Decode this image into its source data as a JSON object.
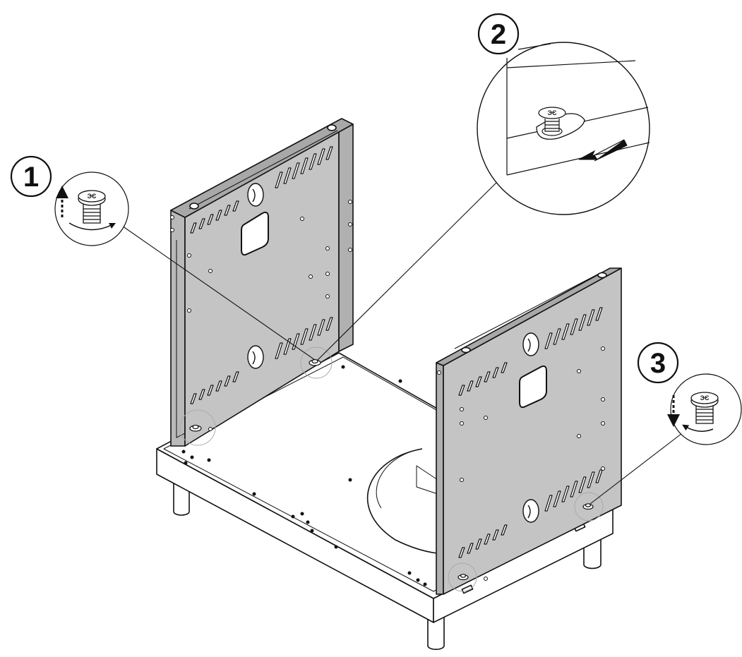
{
  "diagram": {
    "steps": [
      {
        "number": "1",
        "action": "unscrew",
        "arrow_direction": "up"
      },
      {
        "number": "2",
        "action": "slide-panel",
        "arrow_direction": "down-left"
      },
      {
        "number": "3",
        "action": "screw",
        "arrow_direction": "down"
      }
    ],
    "colors": {
      "panel_fill": "#c4c4c4",
      "outline": "#111111",
      "background": "#ffffff"
    },
    "icons": [
      "screw-icon",
      "rotation-arrow-icon",
      "direction-arrow-icon"
    ]
  }
}
